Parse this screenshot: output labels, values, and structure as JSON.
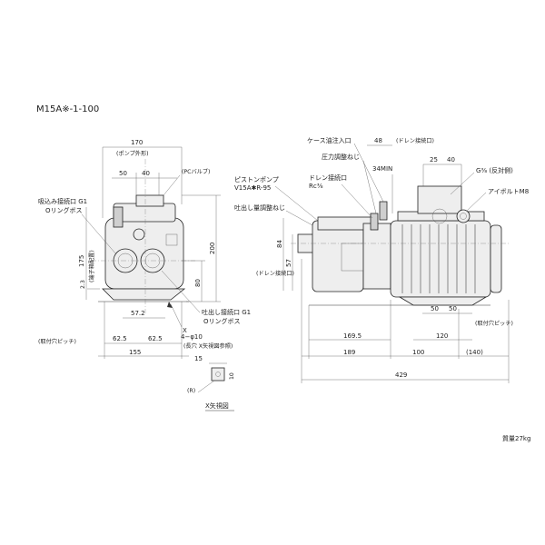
{
  "title": "M15A※-1-100",
  "weight": "質量27kg",
  "callouts": {
    "suction_port": "吸込み接続口 G1",
    "suction_oring": "Oリングボス",
    "discharge_port": "吐出し接続口 G1",
    "discharge_oring": "Oリングボス",
    "pc_valve": "(PCバルブ)",
    "pump_outline": "(ポンプ外形)",
    "terminal_box": "(端子箱配置)",
    "mount_pitch_left": "(取付穴ピッチ)",
    "hole_spec": "4−φ10",
    "hole_note": "(長穴 X矢視図参照)",
    "x_label": "X",
    "x_view": "X矢視図",
    "radius": "(R)",
    "case_oil_port": "ケース油注入口",
    "drain_port_top": "(ドレン接続口)",
    "pressure_screw": "圧力調整ねじ",
    "piston_pump": "ピストンポンプ",
    "pump_model": "V15A✱R-95",
    "drain_port": "ドレン接続口",
    "drain_thread": "Rc⅜",
    "flow_screw": "吐出し量調整ねじ",
    "drain_port_side": "(ドレン接続口)",
    "min_34": "34MIN",
    "g_reverse": "G⅜ (反対側)",
    "eyebolt": "アイボルトM8",
    "mount_pitch_right": "(取付穴ピッチ)"
  },
  "dimensions": {
    "d170": "170",
    "d50a": "50",
    "d40a": "40",
    "d175": "175",
    "d200": "200",
    "d80": "80",
    "d2_3": "2.3",
    "d57_2": "57.2",
    "d62_5a": "62.5",
    "d62_5b": "62.5",
    "d155": "155",
    "d15": "15",
    "d10": "10",
    "d48": "48",
    "d25": "25",
    "d40b": "40",
    "d84": "84",
    "d57": "57",
    "d169_5": "169.5",
    "d189": "189",
    "d429": "429",
    "d50b": "50",
    "d50c": "50",
    "d120": "120",
    "d100": "100",
    "d140": "(140)"
  }
}
